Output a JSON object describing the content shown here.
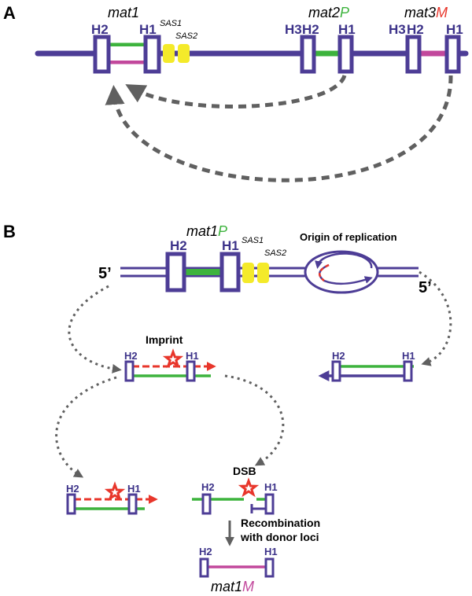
{
  "colors": {
    "dna": "#4d3d96",
    "green": "#3db33d",
    "magenta": "#c2489c",
    "yellow": "#f4ea2a",
    "red": "#e8362b",
    "arrow_gray": "#606060",
    "label_dark": "#3c3289",
    "label_green": "#3db33d",
    "label_red": "#e8362b",
    "label_magenta": "#c2489c"
  },
  "panel_a": {
    "letter": "A",
    "mat1": "mat1",
    "mat2": "mat2",
    "mat2_suffix": "P",
    "mat3": "mat3",
    "mat3_suffix": "M",
    "sas1": "SAS1",
    "sas2": "SAS2",
    "h2": "H2",
    "h1": "H1",
    "h3": "H3"
  },
  "panel_b": {
    "letter": "B",
    "mat1p": "mat1",
    "mat1p_suffix": "P",
    "five_prime": "5’",
    "origin": "Origin of replication",
    "sas1": "SAS1",
    "sas2": "SAS2",
    "h2": "H2",
    "h1": "H1",
    "imprint": "Imprint",
    "dsb": "DSB",
    "recomb_1": "Recombination",
    "recomb_2": "with donor loci",
    "mat1m": "mat1",
    "mat1m_suffix": "M"
  }
}
